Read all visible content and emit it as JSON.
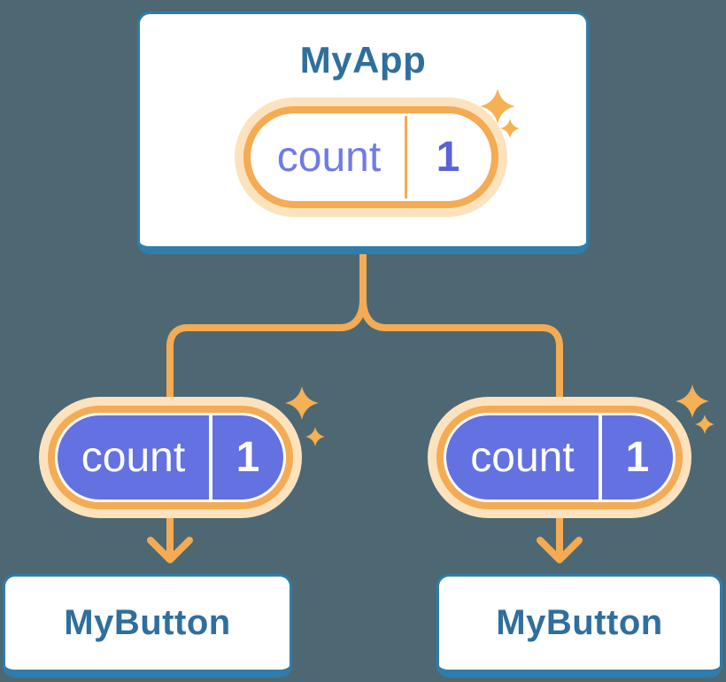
{
  "diagram": {
    "root": {
      "label": "MyApp",
      "state": {
        "name": "count",
        "value": "1"
      }
    },
    "children": [
      {
        "label": "MyButton",
        "state": {
          "name": "count",
          "value": "1"
        }
      },
      {
        "label": "MyButton",
        "state": {
          "name": "count",
          "value": "1"
        }
      }
    ]
  },
  "colors": {
    "background": "#4d6873",
    "card_fill": "#ffffff",
    "card_border": "#2f7dab",
    "title_text": "#2f6f9d",
    "connector_orange": "#f4ab54",
    "pill_halo": "#fce3bd",
    "pill_ring": "#f4ab54",
    "pill_active_fill": "#6471e1",
    "pill_idle_name_text": "#6f7ce5",
    "pill_idle_value_text": "#5a63d8",
    "pill_active_text": "#ffffff",
    "sparkle": "#f5b153"
  }
}
